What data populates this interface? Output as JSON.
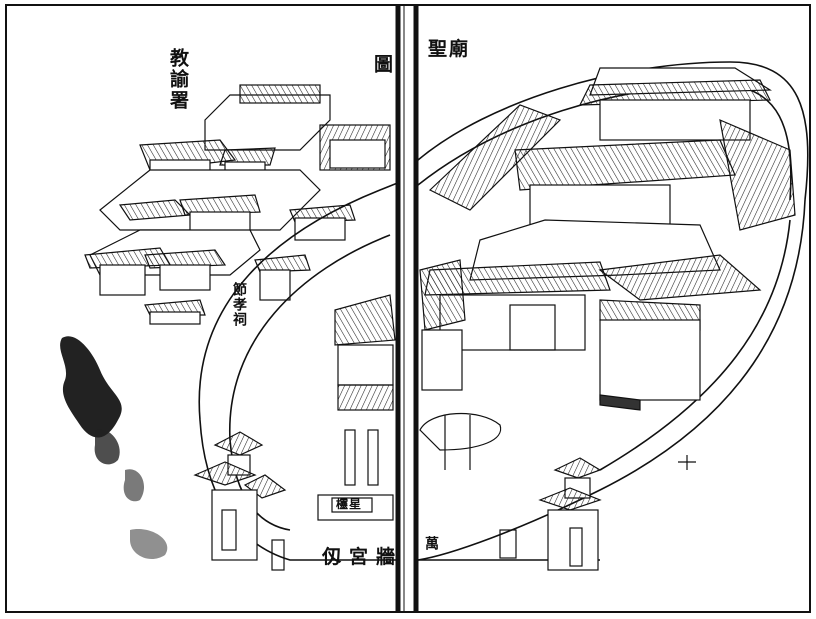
{
  "labels": {
    "map_title_left": "圖",
    "map_title_right": "聖廟",
    "jiaoyu_shu": "教諭署",
    "jiexiao_ci": "節孝祠",
    "yanggong_qiang": "仭宮牆",
    "wan": "萬",
    "lingxing": "欞星"
  },
  "colors": {
    "ink": "#111111",
    "paper": "#ffffff",
    "shade": "#888888"
  }
}
